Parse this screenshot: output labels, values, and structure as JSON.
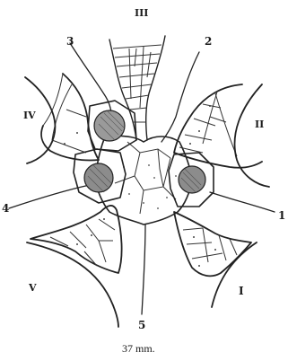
{
  "figure": {
    "labels": {
      "top_roman": "III",
      "arm_3": "3",
      "arm_2": "2",
      "left_roman": "IV",
      "right_roman": "II",
      "arm_4": "4",
      "arm_1": "1",
      "bottom_left_roman": "V",
      "bottom_right_roman": "I",
      "arm_5": "5"
    },
    "caption": "37 mm."
  }
}
